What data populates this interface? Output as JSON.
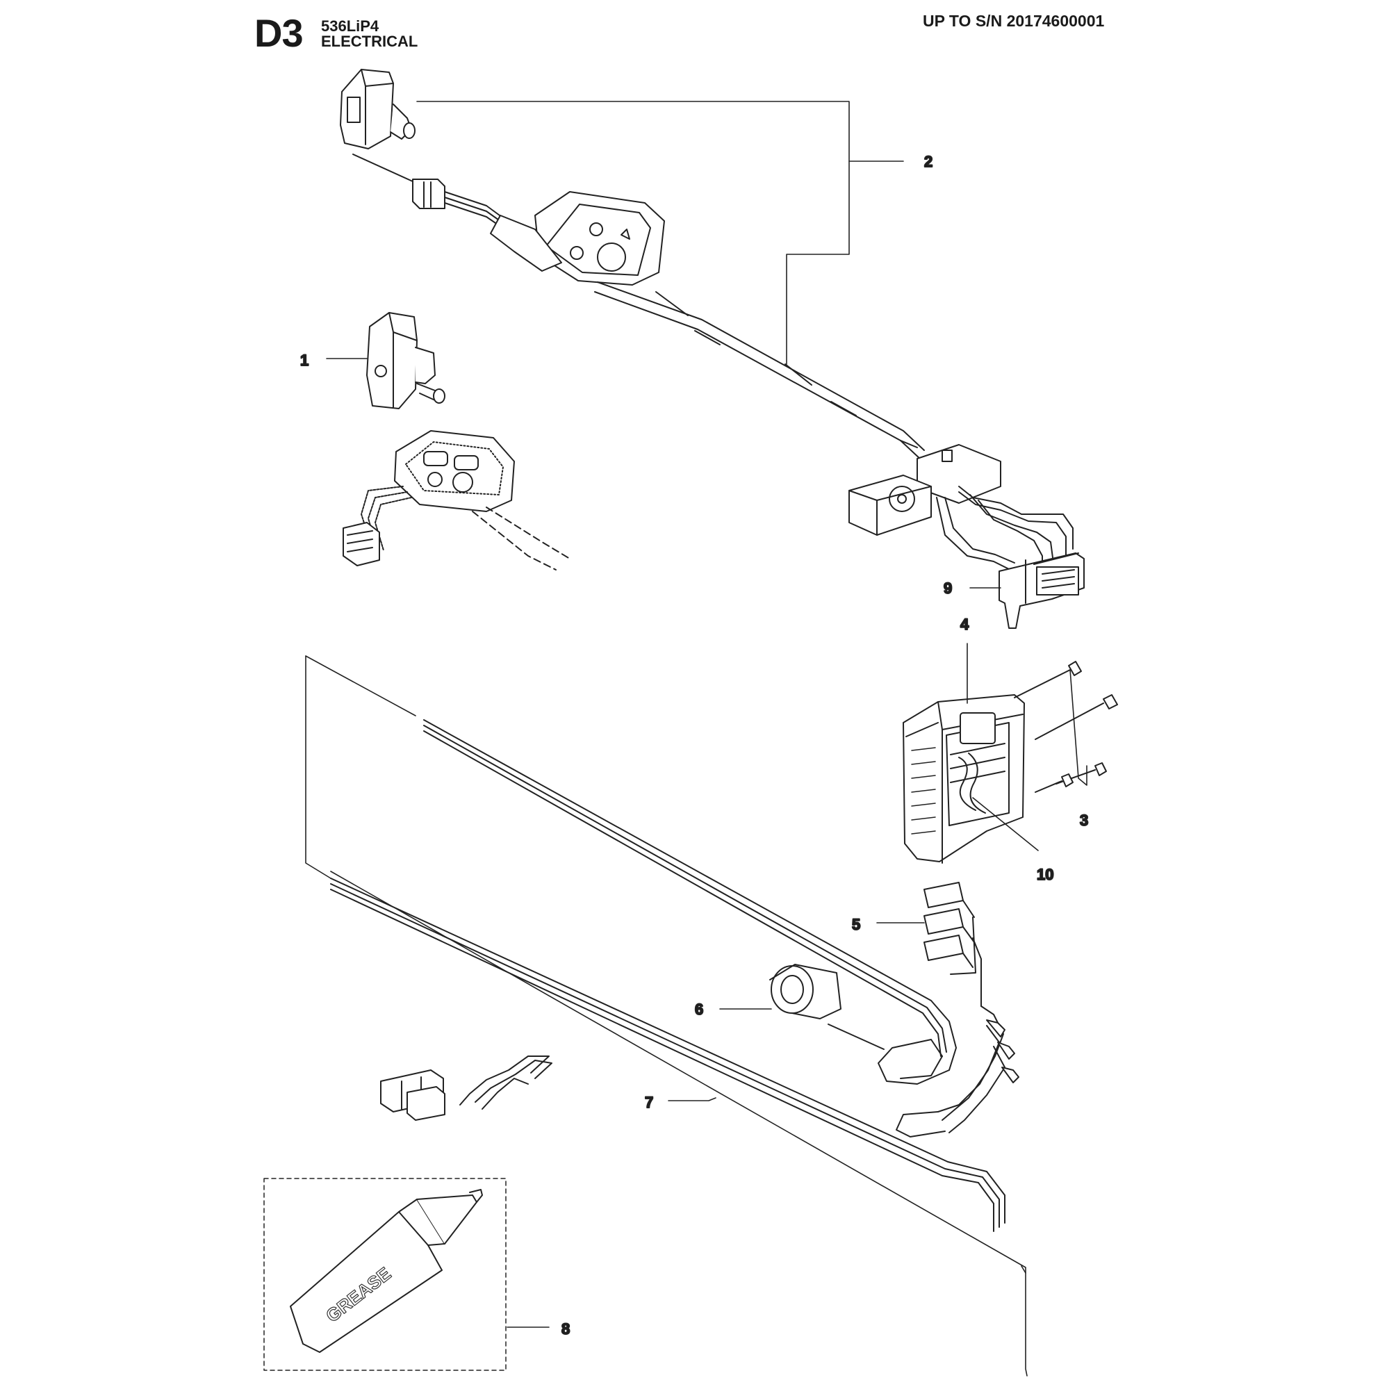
{
  "header": {
    "code": "D3",
    "model": "536LiP4",
    "section": "ELECTRICAL",
    "serial": "UP TO S/N 20174600001"
  },
  "callouts": [
    "1",
    "2",
    "3",
    "4",
    "5",
    "6",
    "7",
    "8",
    "9",
    "10"
  ],
  "grease_label": "GREASE"
}
